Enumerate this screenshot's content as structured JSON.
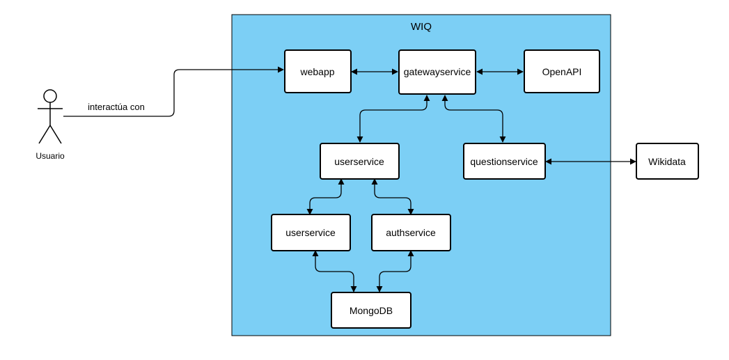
{
  "diagram": {
    "container": {
      "title": "WIQ",
      "fill": "#7ccff5",
      "stroke": "#000000"
    },
    "actor": {
      "label": "Usuario"
    },
    "edge_label": "interactúa con",
    "nodes": {
      "webapp": "webapp",
      "gateway": "gatewayservice",
      "openapi": "OpenAPI",
      "userservice_a": "userservice",
      "questionservice": "questionservice",
      "wikidata": "Wikidata",
      "userservice_b": "userservice",
      "authservice": "authservice",
      "mongodb": "MongoDB"
    }
  }
}
